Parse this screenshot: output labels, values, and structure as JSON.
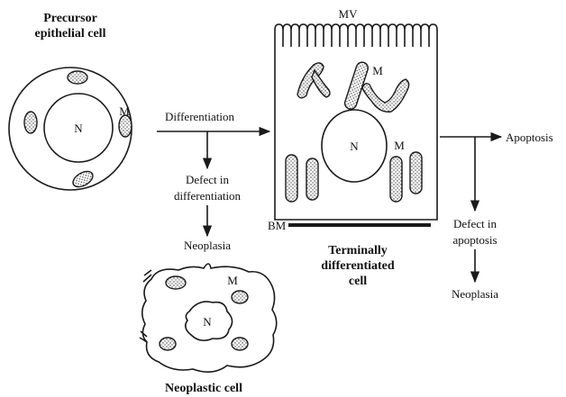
{
  "labels": {
    "precursor_title_1": "Precursor",
    "precursor_title_2": "epithelial cell",
    "nucleus": "N",
    "mitochondrion": "M",
    "differentiation": "Differentiation",
    "defect_diff_1": "Defect in",
    "defect_diff_2": "differentiation",
    "neoplasia_left": "Neoplasia",
    "microvilli": "MV",
    "basement_membrane": "BM",
    "terminal_title_1": "Terminally",
    "terminal_title_2": "differentiated",
    "terminal_title_3": "cell",
    "apoptosis": "Apoptosis",
    "defect_apop_1": "Defect in",
    "defect_apop_2": "apoptosis",
    "neoplasia_right": "Neoplasia",
    "neoplastic_title": "Neoplastic cell"
  },
  "colors": {
    "ink": "#1a1a1a",
    "background": "#ffffff"
  }
}
